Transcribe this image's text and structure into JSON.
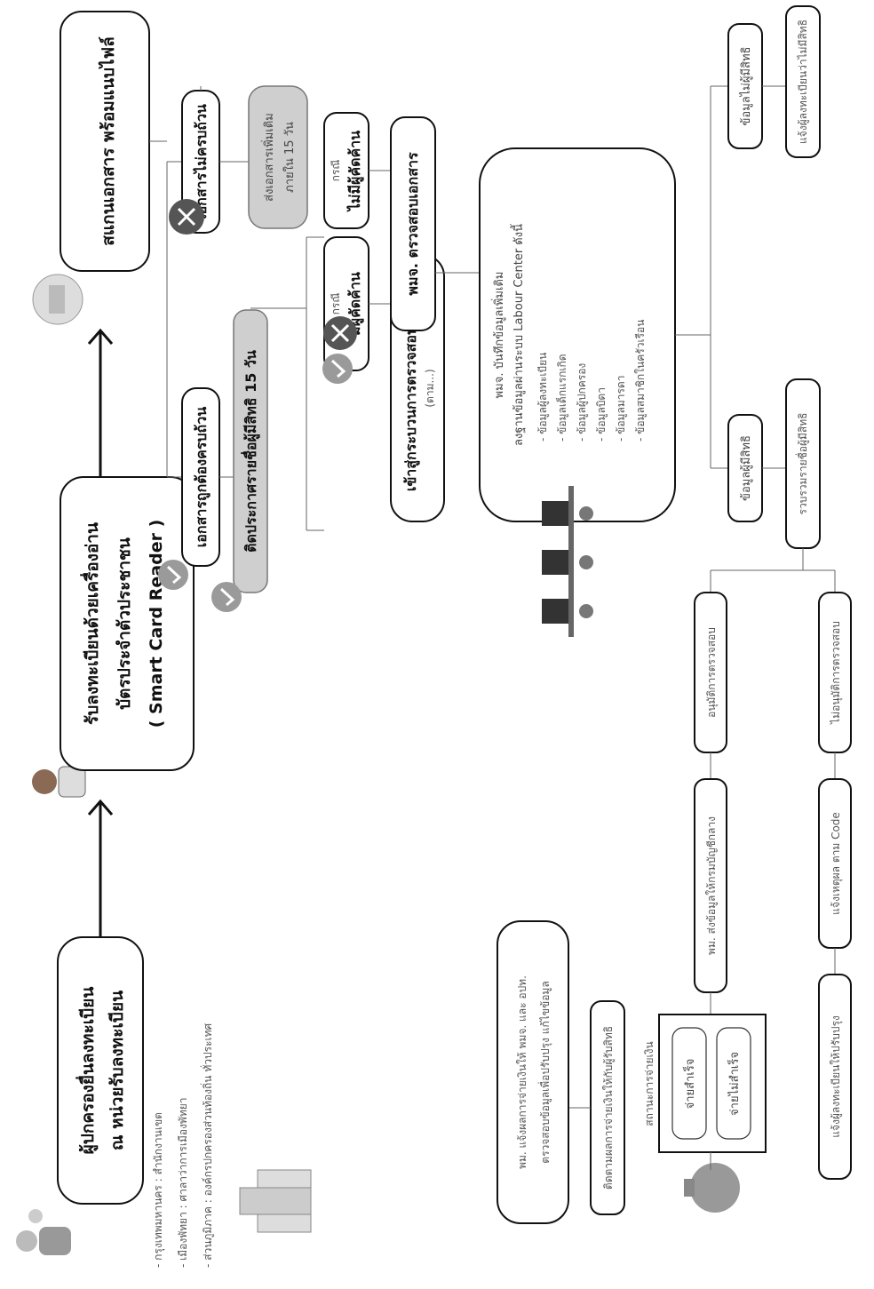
{
  "steps": {
    "owner": [
      "ผู้ปกครองยื่นลงทะเบียน",
      "ณ หน่วยรับลงทะเบียน"
    ],
    "smartcard": [
      "รับลงทะเบียนด้วยเครื่องอ่าน",
      "บัตรประจำตัวประชาชน",
      "( Smart Card Reader )"
    ],
    "scan": "สแกนเอกสาร พร้อมแนบไฟล์",
    "docs_ok": "เอกสารถูกต้องครบถ้วน",
    "docs_bad": "เอกสารไม่ครบถ้วน",
    "docs_bad_note": [
      "ส่งเอกสารเพิ่มเติม",
      "ภายใน 15 วัน"
    ],
    "announce": "ติดประกาศรายชื่อผู้มีสิทธิ 15 วัน",
    "objection": [
      "กรณี",
      "มีผู้คัดค้าน"
    ],
    "no_objection": [
      "กรณี",
      "ไม่มีผู้คัดค้าน"
    ],
    "investigate": [
      "เข้าสู่กระบวนการตรวจสอบข้อเท็จ",
      "(ตาม...)"
    ],
    "verify": "พมจ. ตรวจสอบเอกสาร",
    "db_title": [
      "พมจ. บันทึกข้อมูลเพิ่มเติม",
      "ลงฐานข้อมูลผ่านระบบ Labour Center ดังนี้"
    ],
    "db_items": [
      "- ข้อมูลผู้ลงทะเบียน",
      "- ข้อมูลเด็กแรกเกิด",
      "- ข้อมูลผู้ปกครอง",
      "- ข้อมูลบิดา",
      "- ข้อมูลมารดา",
      "- ข้อมูลสมาชิกในครัวเรือน"
    ],
    "eligible": "ข้อมูลผู้มีสิทธิ",
    "ineligible": "ข้อมูลไม่ผู้มีสิทธิ",
    "ineligible_note": "แจ้งผู้ลงทะเบียนว่าไม่มีสิทธิ",
    "review": "รวบรวมรายชื่อผู้มีสิทธิ",
    "approve": "อนุมัติการตรวจสอบ",
    "not_approve": "ไม่อนุมัติการตรวจสอบ",
    "report_transfer": "พม. ส่งข้อมูลให้กรมบัญชีกลาง",
    "report_code": "แจ้งเหตุผล ตาม Code",
    "payment": "สถานะการจ่ายเงิน",
    "pay_ok": "จ่ายสำเร็จ",
    "pay_fail": "จ่ายไม่สำเร็จ",
    "notify_owner": "แจ้งผู้ลงทะเบียนให้ปรับปรุง",
    "follow_up": "ติดตามผลการจ่ายเงินให้กับผู้รับสิทธิ",
    "final": [
      "พม. แจ้งผลการจ่ายเงินให้ พมจ. และ อปท.",
      "ตรวจสอบข้อมูลเพื่อปรับปรุง แก้ไขข้อมูล"
    ]
  },
  "notes": [
    "- กรุงเทพมหานคร  : สำนักงานเขต",
    "- เมืองพัทยา       : ศาลาว่าการเมืองพัทยา",
    "- ส่วนภูมิภาค      : องค์กรปกครองส่วนท้องถิ่น ทั่วประเทศ"
  ],
  "icons": {
    "family": "family-icon",
    "officer": "officer-icon",
    "scanner": "scanner-icon",
    "check": "check-icon",
    "cross": "cross-icon",
    "building": "building-icon",
    "money": "money-bag-icon",
    "office": "office-workers-icon"
  },
  "colors": {
    "ink": "#111111",
    "gray_box": "#cfcfcf",
    "check": "#8a8a8a",
    "cross": "#555555"
  }
}
